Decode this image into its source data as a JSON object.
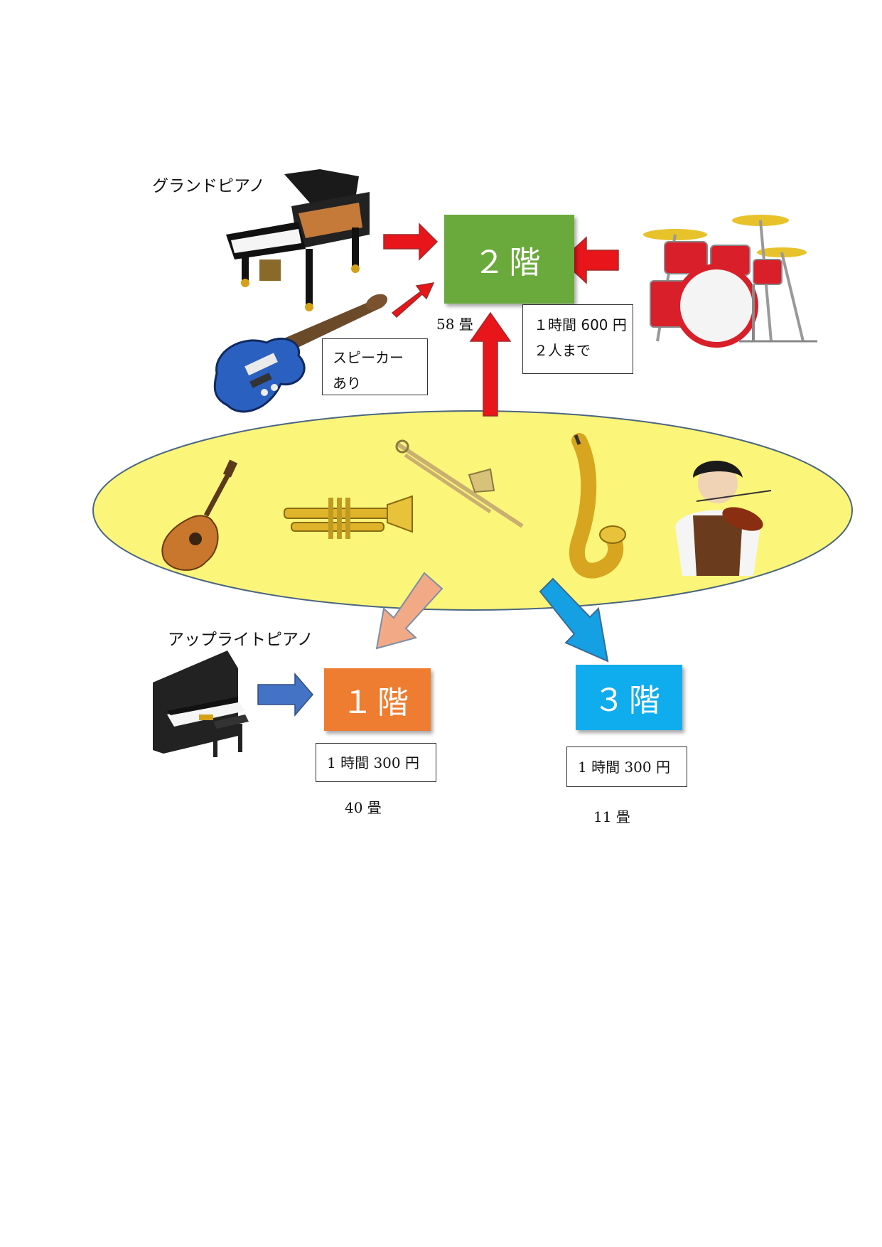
{
  "labels": {
    "grand_piano": "グランドピアノ",
    "upright_piano": "アップライトピアノ"
  },
  "floors": {
    "floor2": {
      "label": "２階",
      "color": "#6aaa3c",
      "area": "58 畳",
      "note_lines": [
        "１時間 600 円",
        "２人まで"
      ]
    },
    "floor1": {
      "label": "１階",
      "color": "#ee7d31",
      "area": "40 畳",
      "note_lines": [
        "1 時間 300 円"
      ]
    },
    "floor3": {
      "label": "３階",
      "color": "#10adee",
      "area": "11 畳",
      "note_lines": [
        "1 時間 300 円"
      ]
    }
  },
  "guitar_note_lines": [
    "スピーカー",
    "あり"
  ],
  "icons": {
    "grand_piano": "grand-piano-icon",
    "electric_guitar": "electric-guitar-icon",
    "drum_kit": "drum-kit-icon",
    "acoustic_guitar": "acoustic-guitar-icon",
    "trumpet": "trumpet-icon",
    "trombone": "trombone-icon",
    "saxophone": "saxophone-icon",
    "violinist": "violinist-icon",
    "upright_piano": "upright-piano-icon"
  },
  "colors": {
    "ellipse_fill": "#fbf57a",
    "arrow_red": "#e8151b",
    "arrow_salmon": "#f2aa86",
    "arrow_blue": "#14a0e3",
    "arrow_navy": "#4472c4"
  }
}
